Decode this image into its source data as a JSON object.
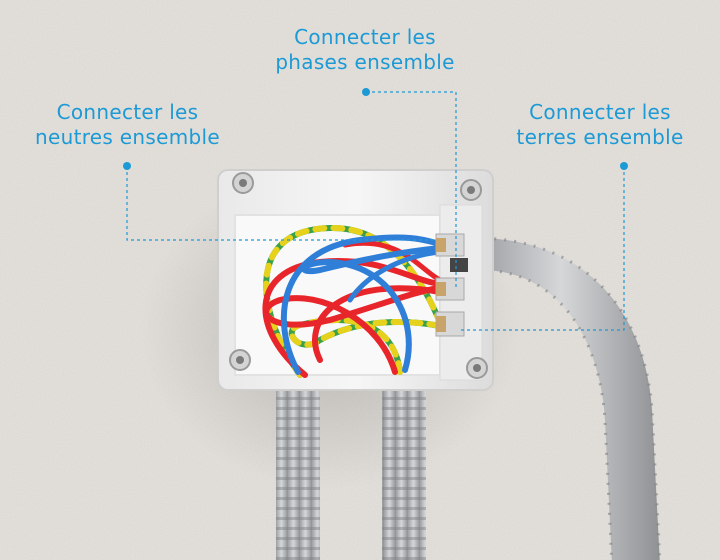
{
  "labels": {
    "phases": {
      "line1": "Connecter les",
      "line2": "phases ensemble"
    },
    "neutres": {
      "line1": "Connecter les",
      "line2": "neutres ensemble"
    },
    "terres": {
      "line1": "Connecter les",
      "line2": "terres ensemble"
    }
  },
  "colors": {
    "annotation": "#1c9ad6",
    "wall": "#e6e2dd",
    "box": "#f1f1f1",
    "conduit": "#bfc0c2",
    "wire_phase": "#e8252a",
    "wire_neutral": "#2f7fd8",
    "wire_earth_green": "#3aa14a",
    "wire_earth_yellow": "#e6d21c"
  }
}
